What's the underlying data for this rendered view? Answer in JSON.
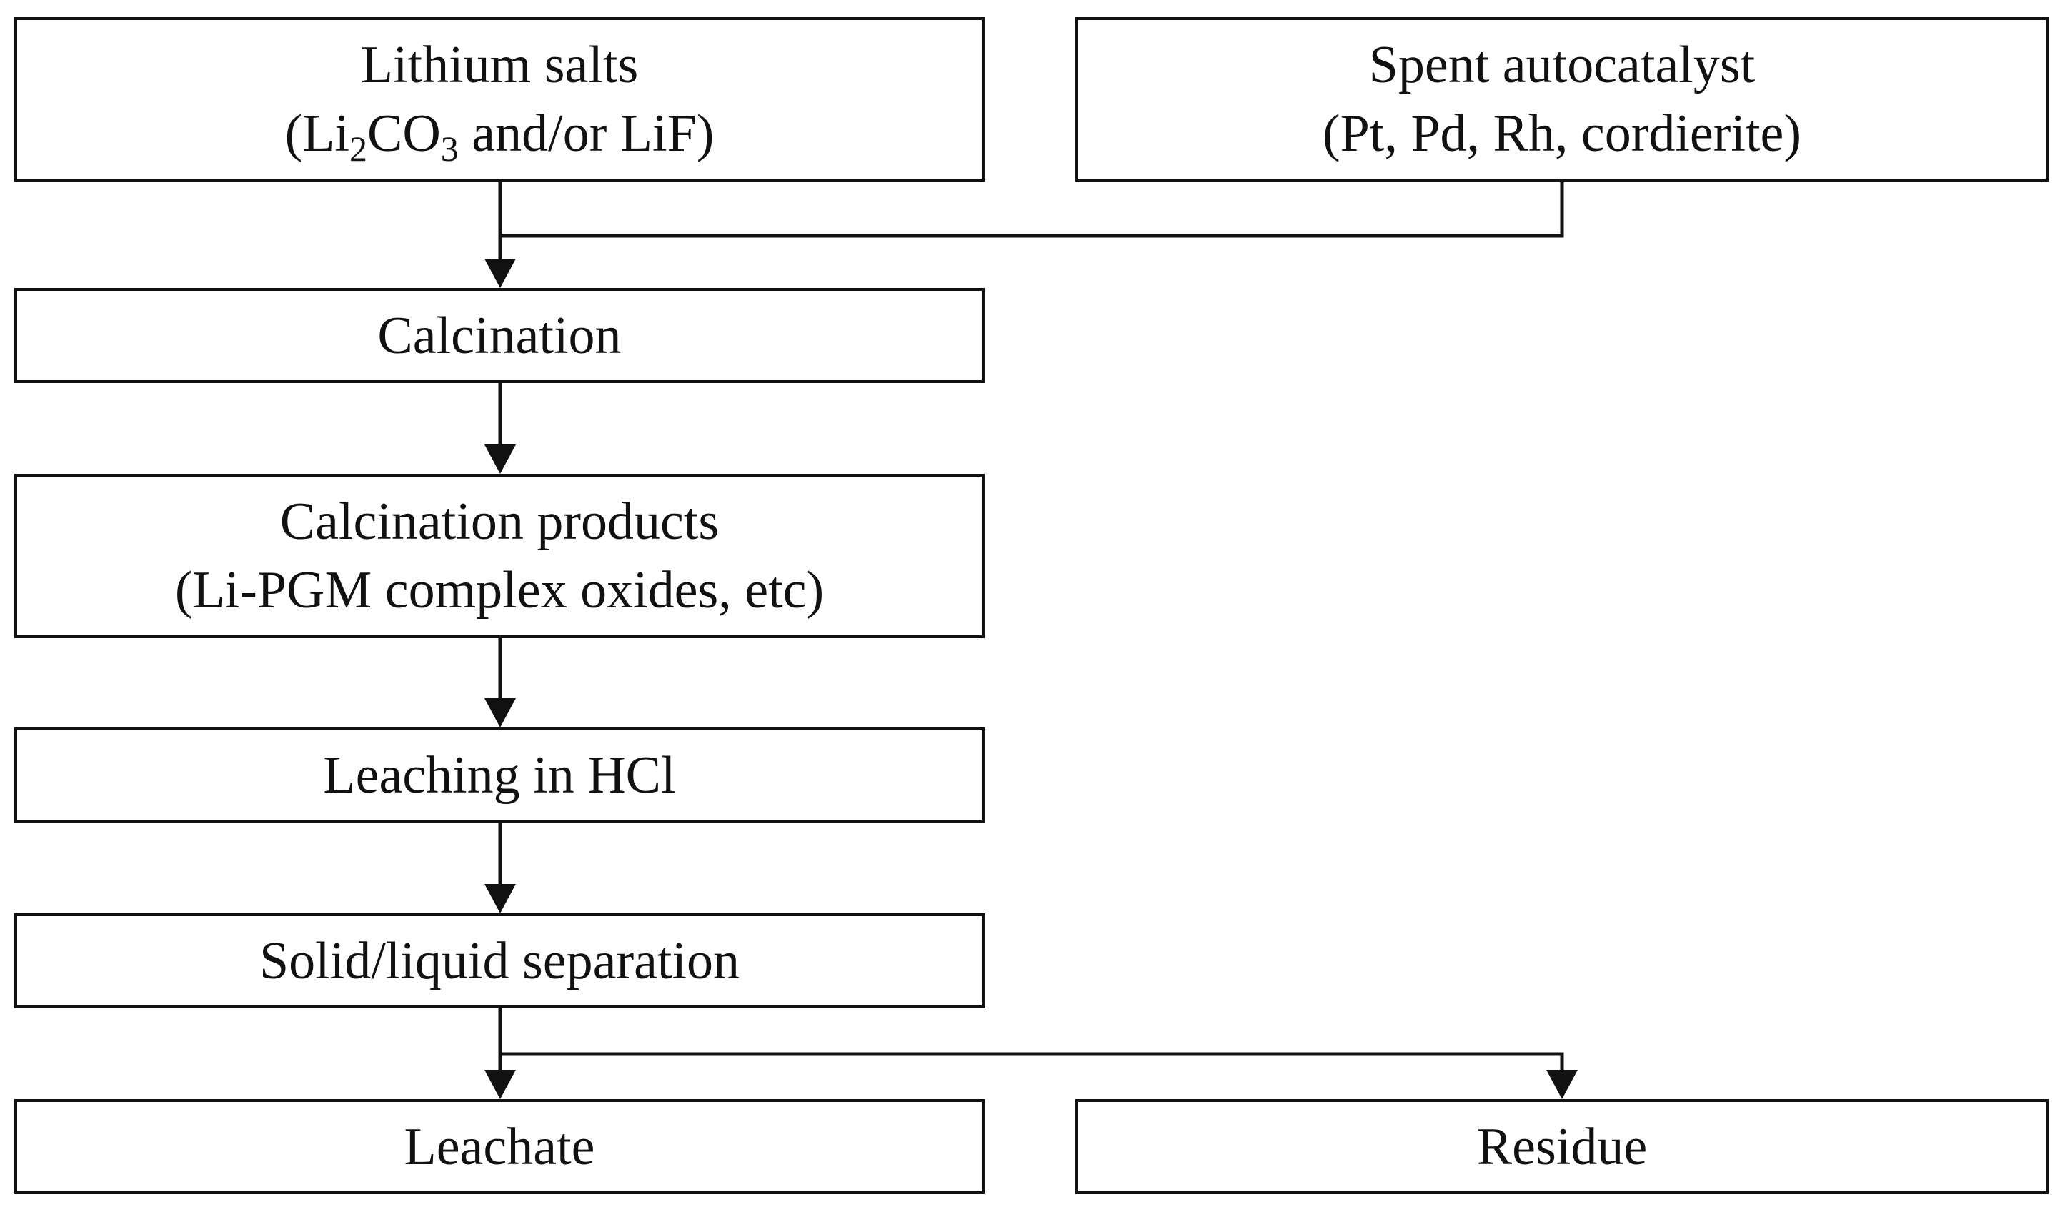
{
  "diagram": {
    "lithium_salts": {
      "title": "Lithium salts",
      "open_paren": "(Li",
      "sub1": "2",
      "mid": "CO",
      "sub2": "3",
      "tail": " and/or LiF)"
    },
    "spent_autocatalyst": {
      "title": "Spent autocatalyst",
      "subtitle": "(Pt, Pd, Rh, cordierite)"
    },
    "calcination": {
      "title": "Calcination"
    },
    "calcination_products": {
      "title": "Calcination products",
      "subtitle": "(Li-PGM complex oxides, etc)"
    },
    "leaching": {
      "title": "Leaching in HCl"
    },
    "separation": {
      "title": "Solid/liquid separation"
    },
    "leachate": {
      "title": "Leachate"
    },
    "residue": {
      "title": "Residue"
    }
  }
}
